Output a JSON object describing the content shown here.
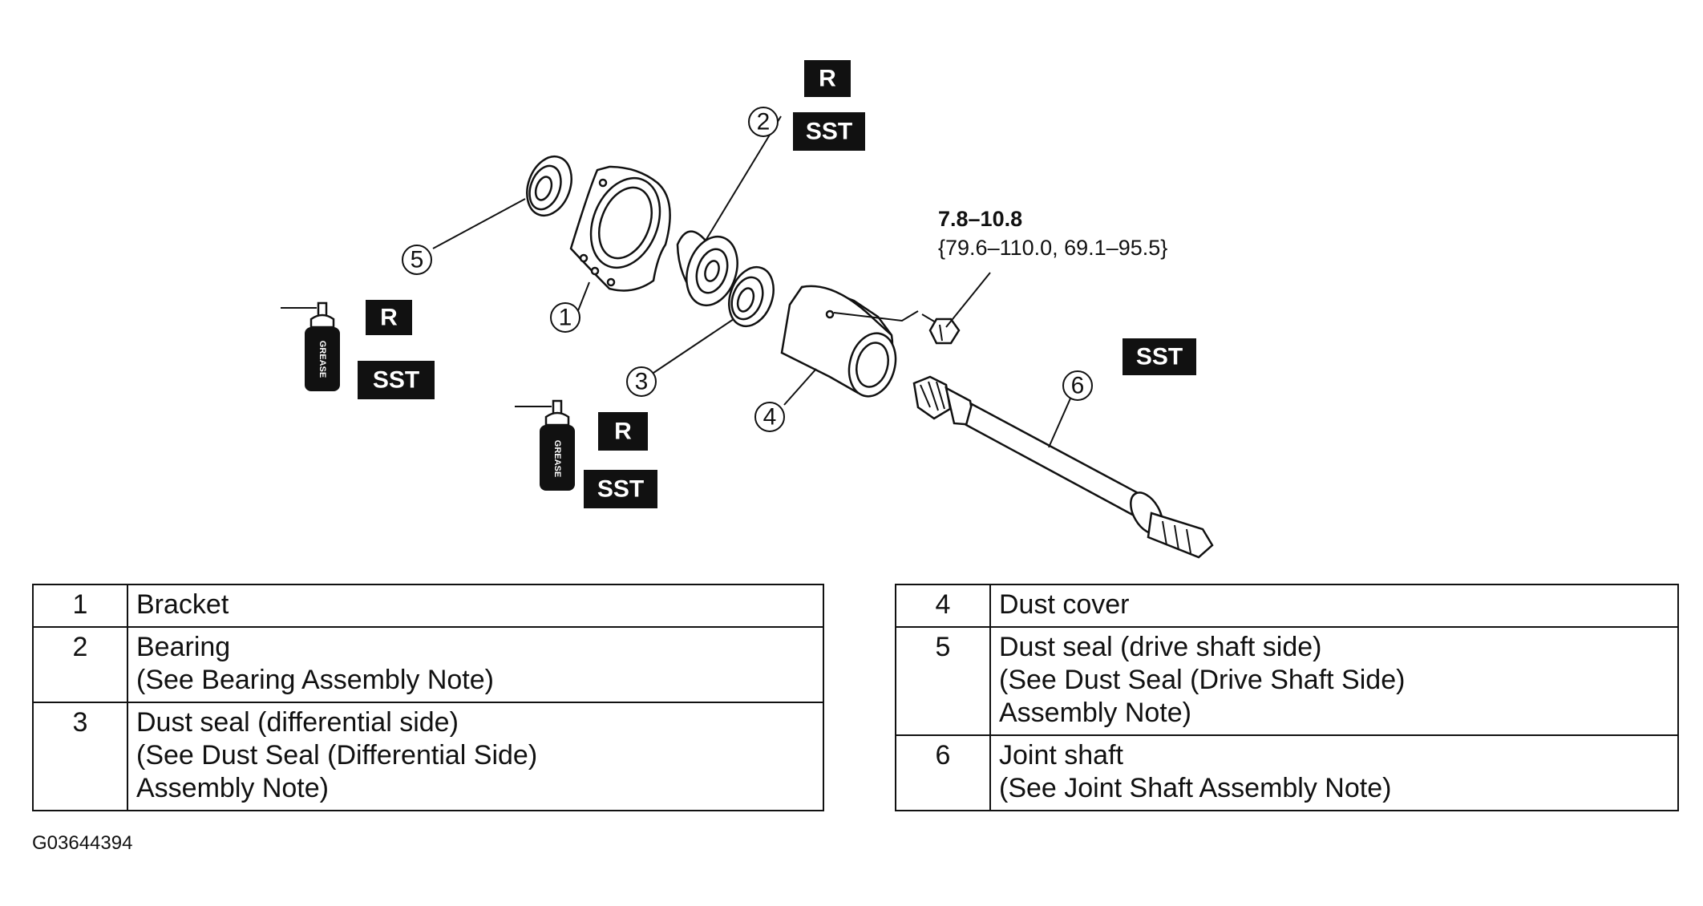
{
  "diagram": {
    "callouts": [
      "1",
      "2",
      "3",
      "4",
      "5",
      "6"
    ],
    "badges": {
      "r": "R",
      "sst": "SST"
    },
    "grease_label": "GREASE",
    "torque": {
      "line1": "7.8–10.8",
      "line2": "{79.6–110.0, 69.1–95.5}"
    }
  },
  "legend_left": [
    {
      "num": "1",
      "desc": "Bracket"
    },
    {
      "num": "2",
      "desc": "Bearing\n(See  Bearing Assembly Note)"
    },
    {
      "num": "3",
      "desc": "Dust seal (differential side)\n(See Dust Seal (Differential Side)\nAssembly Note)"
    }
  ],
  "legend_right": [
    {
      "num": "4",
      "desc": "Dust cover"
    },
    {
      "num": "5",
      "desc": "Dust seal (drive shaft side)\n(See Dust Seal (Drive Shaft Side)\nAssembly Note)"
    },
    {
      "num": "6",
      "desc": "Joint shaft\n(See  Joint Shaft Assembly Note)"
    }
  ],
  "figure_code": "G03644394"
}
